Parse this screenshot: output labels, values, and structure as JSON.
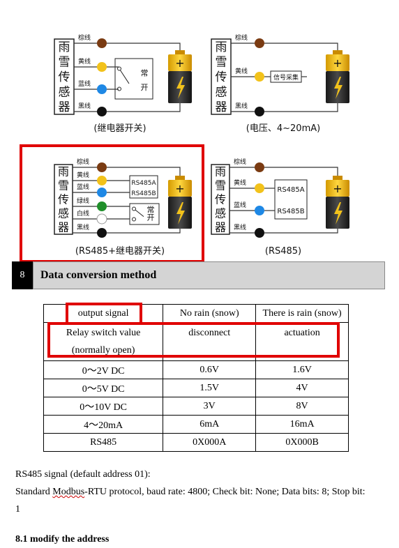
{
  "diagrams": {
    "sensor_name_chars": [
      "雨",
      "雪",
      "传",
      "感",
      "器"
    ],
    "wire_labels": {
      "brown": "棕线",
      "yellow": "黄线",
      "blue": "蓝线",
      "black": "黑线",
      "green": "绿线",
      "white": "白线"
    },
    "relay_label": "常开",
    "signal_label": "信号采集",
    "rs485a": "RS485A",
    "rs485b": "RS485B",
    "captions": {
      "relay": "(继电器开关)",
      "voltage": "(电压、4~20mA)",
      "rs485_relay": "(RS485+继电器开关)",
      "rs485": "(RS485)"
    },
    "colors": {
      "brown": "#7a3b12",
      "yellow": "#f2c21b",
      "blue": "#1e88e5",
      "green": "#1f8f2a",
      "black": "#111111",
      "highlight_red": "#e00000"
    }
  },
  "section": {
    "number": "8",
    "title": "Data conversion method"
  },
  "table": {
    "header": [
      "output signal",
      "No rain (snow)",
      "There is rain (snow)"
    ],
    "relay_row": {
      "label_line1": "Relay switch value",
      "label_line2": "(normally open)",
      "no_rain": "disconnect",
      "rain": "actuation"
    },
    "rows": [
      [
        "0～2V DC",
        "0.6V",
        "1.6V"
      ],
      [
        "0～5V DC",
        "1.5V",
        "4V"
      ],
      [
        "0～10V DC",
        "3V",
        "8V"
      ],
      [
        "4～20mA",
        "6mA",
        "16mA"
      ],
      [
        "RS485",
        "0X000A",
        "0X000B"
      ]
    ]
  },
  "text": {
    "rs485_signal": "RS485 signal (default address 01):",
    "protocol_prefix": "Standard ",
    "protocol_wavy": "Modbus",
    "protocol_rest": "-RTU protocol, baud rate: 4800; Check bit: None; Data bits: 8; Stop bit:",
    "protocol_cont": "1",
    "subheading": "8.1 modify the address"
  }
}
